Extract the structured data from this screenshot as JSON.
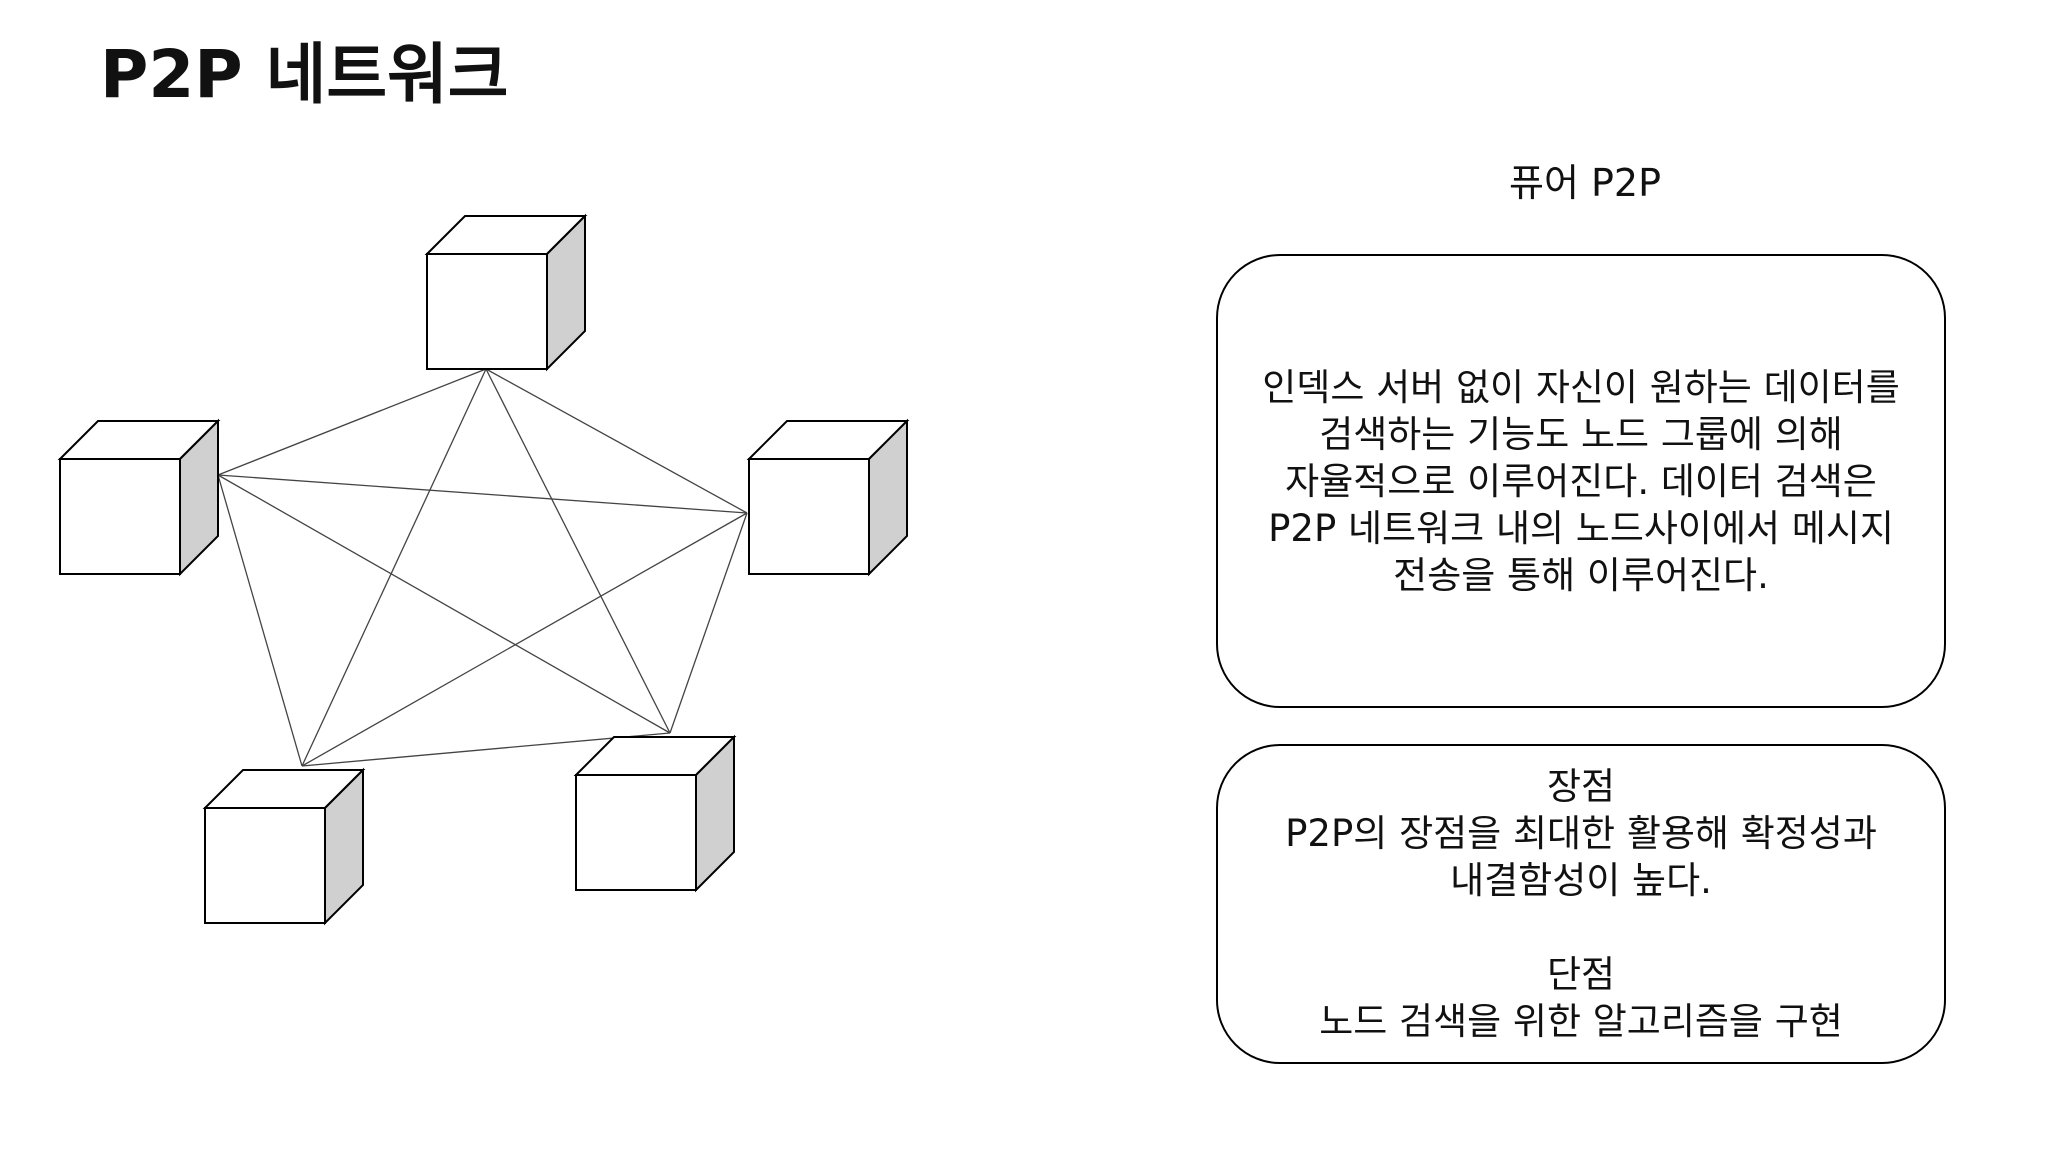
{
  "title": "P2P 네트워크",
  "diagram": {
    "nodes": [
      {
        "id": "top",
        "icon": "cube-icon"
      },
      {
        "id": "left",
        "icon": "cube-icon"
      },
      {
        "id": "right",
        "icon": "cube-icon"
      },
      {
        "id": "bottom-left",
        "icon": "cube-icon"
      },
      {
        "id": "bottom-right",
        "icon": "cube-icon"
      }
    ],
    "connections": "full-mesh",
    "cube_side_color": "#d0d0d0",
    "line_color": "#444444"
  },
  "panel": {
    "subtitle": "퓨어 P2P",
    "description": "인덱스 서버 없이 자신이 원하는 데이터를 검색하는 기능도 노드 그룹에 의해 자율적으로 이루어진다. 데이터 검색은 P2P 네트워크 내의 노드사이에서 메시지 전송을 통해 이루어진다.",
    "pros_heading": "장점",
    "pros_line1": "P2P의 장점을 최대한 활용해 확정성과",
    "pros_line2": "내결함성이 높다.",
    "cons_heading": "단점",
    "cons_text": "노드 검색을 위한 알고리즘을 구현"
  }
}
